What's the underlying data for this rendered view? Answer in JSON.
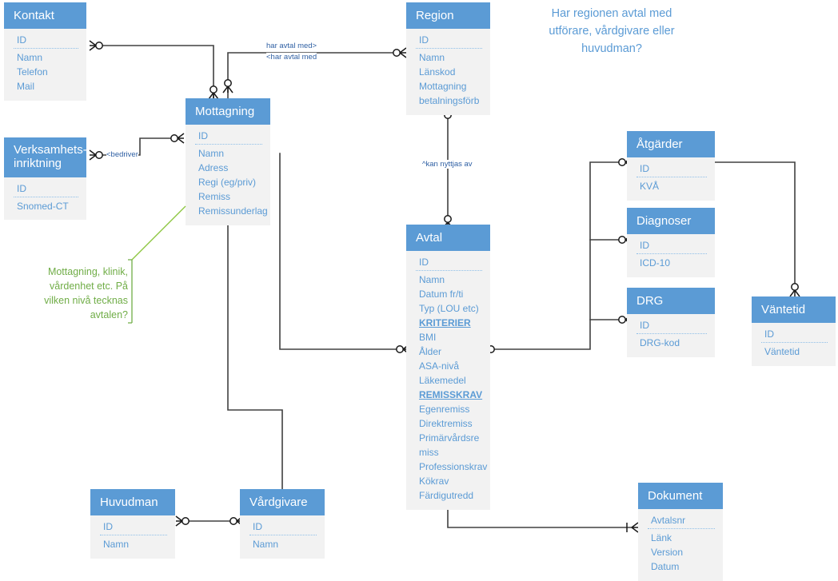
{
  "diagram": {
    "title_note": "Har regionen avtal med utförare, vårdgivare eller huvudman?",
    "title_lines": [
      "Har regionen avtal med",
      "utförare, vårdgivare eller",
      "huvudman?"
    ],
    "green_note_lines": [
      "Mottagning, klinik,",
      "vårdenhet etc. På",
      "vilken nivå tecknas",
      "avtalen?"
    ],
    "colors": {
      "entity_header": "#5b9bd5",
      "entity_body": "#f2f2f2",
      "attribute_text": "#5b9bd5",
      "note_green": "#70ad47",
      "label_blue": "#2f5496",
      "wire": "#404040"
    }
  },
  "entities": {
    "kontakt": {
      "title": "Kontakt",
      "pk": "ID",
      "attrs": [
        "Namn",
        "Telefon",
        "Mail"
      ]
    },
    "verksamhet": {
      "title": "Verksamhets-inriktning",
      "title_lines": [
        "Verksamhets-",
        "inriktning"
      ],
      "pk": "ID",
      "attrs": [
        "Snomed-CT"
      ]
    },
    "mottagning": {
      "title": "Mottagning",
      "pk": "ID",
      "attrs": [
        "Namn",
        "Adress",
        "Regi (eg/priv)",
        "Remiss",
        "Remissunderlag"
      ]
    },
    "region": {
      "title": "Region",
      "pk": "ID",
      "attrs": [
        "Namn",
        "Länskod",
        "Mottagning",
        "betalningsförb"
      ]
    },
    "avtal": {
      "title": "Avtal",
      "pk": "ID",
      "attrs": [
        "Namn",
        "Datum fr/ti",
        "Typ (LOU etc)",
        "KRITERIER",
        "BMI",
        "Ålder",
        "ASA-nivå",
        "Läkemedel",
        "REMISSKRAV",
        "Egenremiss",
        "Direktremiss",
        "Primärvårdsre",
        "miss",
        "Professionskrav",
        "Kökrav",
        "Färdigutredd"
      ],
      "bold_attrs": [
        "KRITERIER",
        "REMISSKRAV"
      ]
    },
    "atgarder": {
      "title": "Åtgärder",
      "pk": "ID",
      "attrs": [
        "KVÅ"
      ]
    },
    "diagnoser": {
      "title": "Diagnoser",
      "pk": "ID",
      "attrs": [
        "ICD-10"
      ]
    },
    "drg": {
      "title": "DRG",
      "pk": "ID",
      "attrs": [
        "DRG-kod"
      ]
    },
    "vantetid": {
      "title": "Väntetid",
      "pk": "ID",
      "attrs": [
        "Väntetid"
      ]
    },
    "huvudman": {
      "title": "Huvudman",
      "pk": "ID",
      "attrs": [
        "Namn"
      ]
    },
    "vardgivare": {
      "title": "Vårdgivare",
      "pk": "ID",
      "attrs": [
        "Namn"
      ]
    },
    "dokument": {
      "title": "Dokument",
      "pk": "Avtalsnr",
      "attrs": [
        "Länk",
        "Version",
        "Datum"
      ]
    }
  },
  "relationship_labels": {
    "har_avtal_med_fwd": "har avtal med>",
    "har_avtal_med_rev": "<har avtal med",
    "bedriver": "<bedriver",
    "kan_nyttjas_av": "^kan nyttjas av"
  }
}
